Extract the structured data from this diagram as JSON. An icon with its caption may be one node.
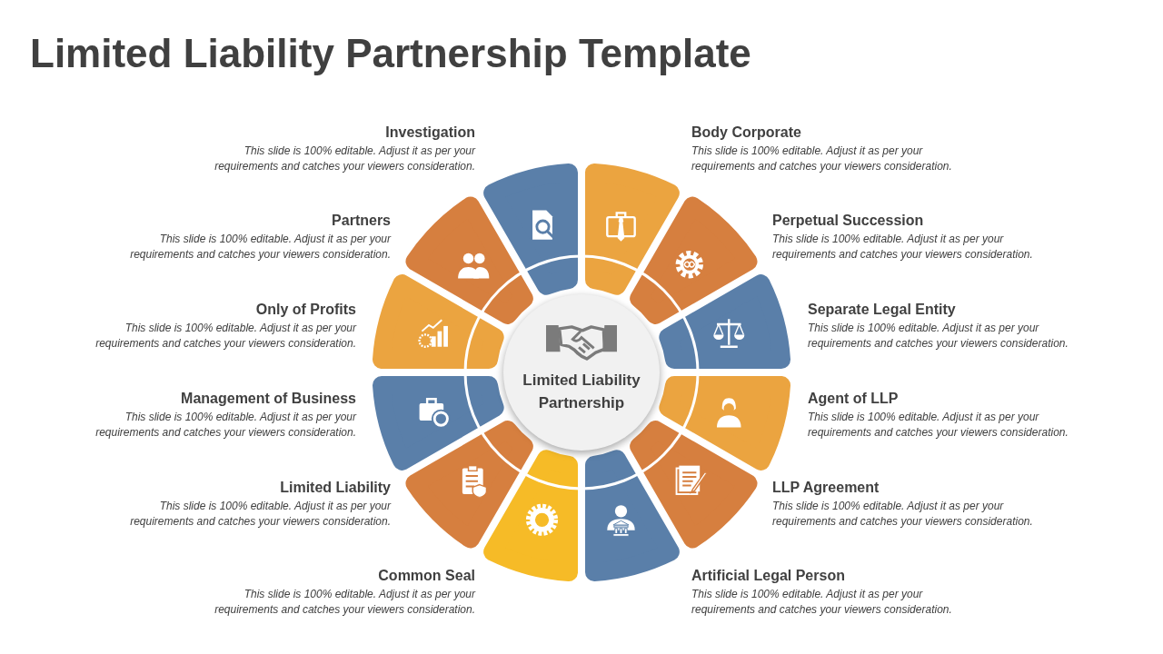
{
  "diagram": {
    "title": "Limited Liability Partnership Template",
    "nodes": [
      {
        "text": [
          "Limited Liability Partnership"
        ]
      },
      {
        "text": [],
        "shape": "wedge",
        "beside": [
          "Investigation",
          "This slide is 100% editable. Adjust it as per your requirements and catches your viewers consideration."
        ]
      },
      {
        "text": [],
        "shape": "wedge",
        "beside": [
          "Body Corporate",
          "This slide is 100% editable. Adjust it as per your requirements and catches your viewers consideration."
        ]
      },
      {
        "text": [],
        "shape": "wedge",
        "beside": [
          "Partners",
          "This slide is 100% editable. Adjust it as per your requirements and catches your viewers consideration."
        ]
      },
      {
        "text": [],
        "shape": "wedge",
        "beside": [
          "Perpetual Succession",
          "This slide is 100% editable. Adjust it as per your requirements and catches your viewers consideration."
        ]
      },
      {
        "text": [],
        "shape": "wedge",
        "beside": [
          "Only of Profits",
          "This slide is 100% editable. Adjust it as per your requirements and catches your viewers consideration."
        ]
      },
      {
        "text": [],
        "shape": "wedge",
        "beside": [
          "Separate Legal Entity",
          "This slide is 100% editable. Adjust it as per your requirements and catches your viewers consideration."
        ]
      },
      {
        "text": [],
        "shape": "wedge",
        "beside": [
          "Management of Business",
          "This slide is 100% editable. Adjust it as per your requirements and catches your viewers consideration."
        ]
      },
      {
        "text": [],
        "shape": "wedge",
        "beside": [
          "Agent of LLP",
          "This slide is 100% editable. Adjust it as per your requirements and catches your viewers consideration."
        ]
      },
      {
        "text": [],
        "shape": "wedge",
        "beside": [
          "Limited Liability",
          "This slide is 100% editable. Adjust it as per your requirements and catches your viewers consideration."
        ]
      },
      {
        "text": [],
        "shape": "wedge",
        "beside": [
          "LLP Agreement",
          "This slide is 100% editable. Adjust it as per your requirements and catches your viewers consideration."
        ]
      },
      {
        "text": [],
        "shape": "wedge",
        "beside": [
          "Common Seal",
          "This slide is 100% editable. Adjust it as per your requirements and catches your viewers consideration."
        ]
      },
      {
        "text": [],
        "shape": "wedge",
        "beside": [
          "Artificial Legal Person",
          "This slide is 100% editable. Adjust it as per your requirements and catches your viewers consideration."
        ]
      }
    ]
  }
}
